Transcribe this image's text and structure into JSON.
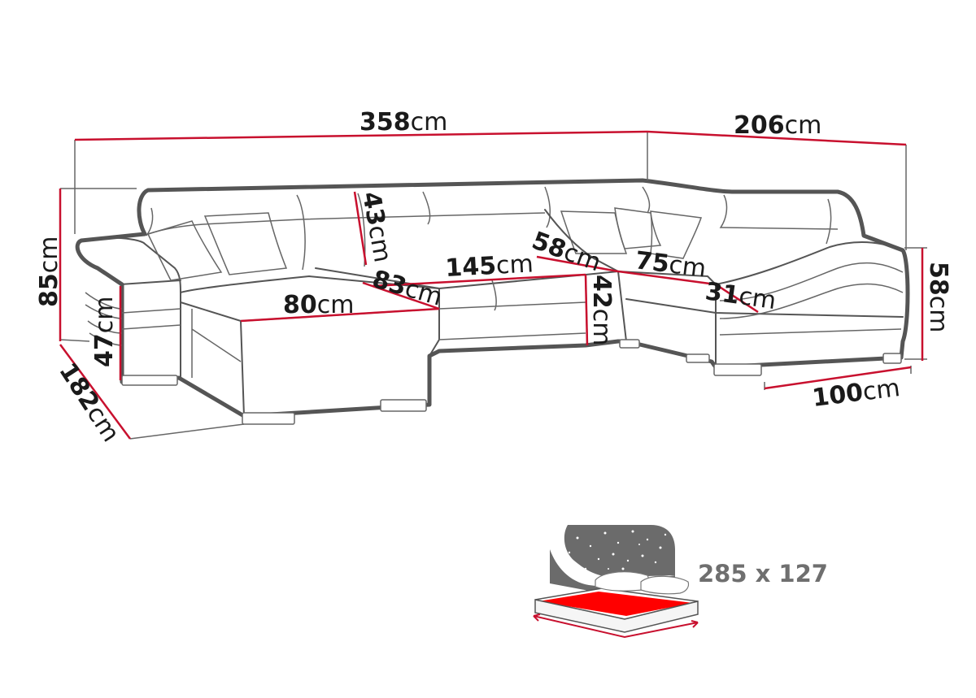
{
  "dimensions": [
    {
      "key": "total_length",
      "value": "358",
      "unit": "cm"
    },
    {
      "key": "right_length",
      "value": "206",
      "unit": "cm"
    },
    {
      "key": "total_height",
      "value": "85",
      "unit": "cm"
    },
    {
      "key": "left_depth",
      "value": "182",
      "unit": "cm"
    },
    {
      "key": "left_arm_height",
      "value": "47",
      "unit": "cm"
    },
    {
      "key": "back_height",
      "value": "43",
      "unit": "cm"
    },
    {
      "key": "chaise_width",
      "value": "80",
      "unit": "cm"
    },
    {
      "key": "seat_depth",
      "value": "83",
      "unit": "cm"
    },
    {
      "key": "middle_seat_width",
      "value": "145",
      "unit": "cm"
    },
    {
      "key": "corner_depth",
      "value": "58",
      "unit": "cm"
    },
    {
      "key": "seat_height",
      "value": "42",
      "unit": "cm"
    },
    {
      "key": "right_seat_width",
      "value": "75",
      "unit": "cm"
    },
    {
      "key": "armrest_width",
      "value": "31",
      "unit": "cm"
    },
    {
      "key": "right_height",
      "value": "58",
      "unit": "cm"
    },
    {
      "key": "right_depth",
      "value": "100",
      "unit": "cm"
    }
  ],
  "sleeping_area": {
    "label": "285 x 127",
    "icon": "bed-icon",
    "colors": {
      "mattress": "#ff0000",
      "night": "#6b6b6b",
      "stars": "#ffffff"
    }
  },
  "colors": {
    "dimension_line": "#c8102e",
    "outline": "#555555"
  }
}
